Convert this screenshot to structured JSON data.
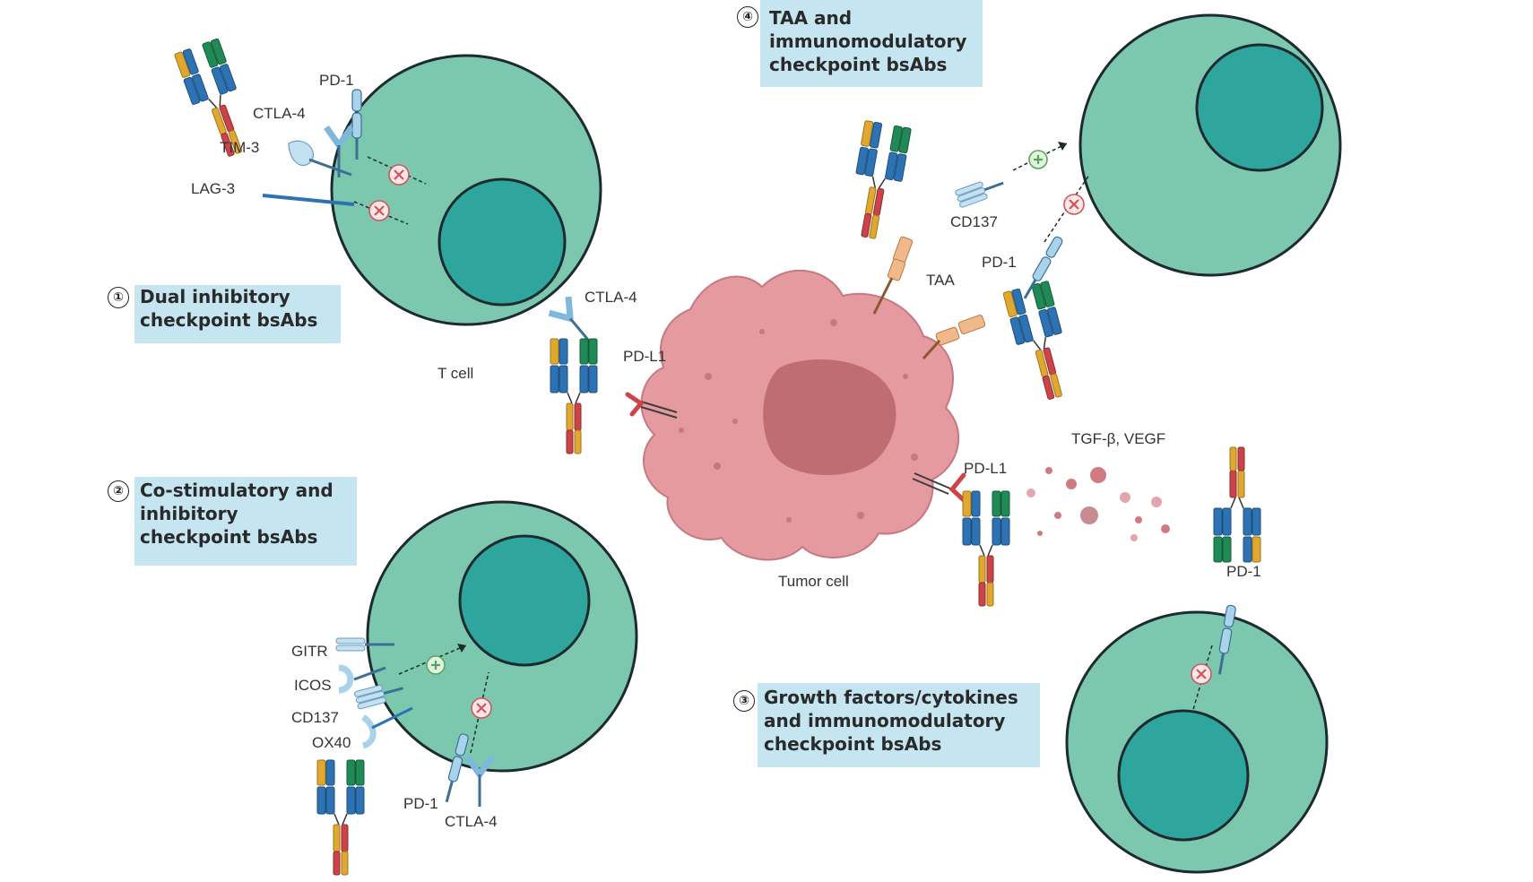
{
  "colors": {
    "cell_body": "#7cc8ae",
    "cell_outline": "#1d2b30",
    "nucleus": "#2fa69d",
    "tumor_body": "#e59aa0",
    "tumor_nucleus": "#bf6c72",
    "box_bg": "#c5e6f1",
    "antibody_blue": "#2d73b4",
    "antibody_yellow": "#e0a82e",
    "antibody_green": "#1f8a56",
    "antibody_red": "#cc4448",
    "receptor_light_blue": "#a9d3ea"
  },
  "panels": [
    {
      "number": "①",
      "title": "Dual inhibitory\ncheckpoint bsAbs"
    },
    {
      "number": "②",
      "title": "Co-stimulatory and\ninhibitory\ncheckpoint bsAbs"
    },
    {
      "number": "③",
      "title": "Growth factors/cytokines\nand immunomodulatory\ncheckpoint bsAbs"
    },
    {
      "number": "④",
      "title": "TAA and\nimmunomodulatory\ncheckpoint bsAbs"
    }
  ],
  "labels": {
    "pd1_a": "PD-1",
    "ctla4_a": "CTLA-4",
    "tim3": "TIM-3",
    "lag3": "LAG-3",
    "t_cell": "T cell",
    "ctla4_b": "CTLA-4",
    "pdl1_a": "PD-L1",
    "taa": "TAA",
    "cd137_a": "CD137",
    "pd1_b": "PD-1",
    "tgf_vegf": "TGF-β, VEGF",
    "pdl1_b": "PD-L1",
    "tumor_cell": "Tumor cell",
    "pd1_c": "PD-1",
    "gitr": "GITR",
    "icos": "ICOS",
    "cd137_b": "CD137",
    "ox40": "OX40",
    "pd1_d": "PD-1",
    "ctla4_c": "CTLA-4"
  },
  "icons": {
    "inhibit": "circle-x-icon",
    "stimulate": "circle-plus-icon"
  }
}
